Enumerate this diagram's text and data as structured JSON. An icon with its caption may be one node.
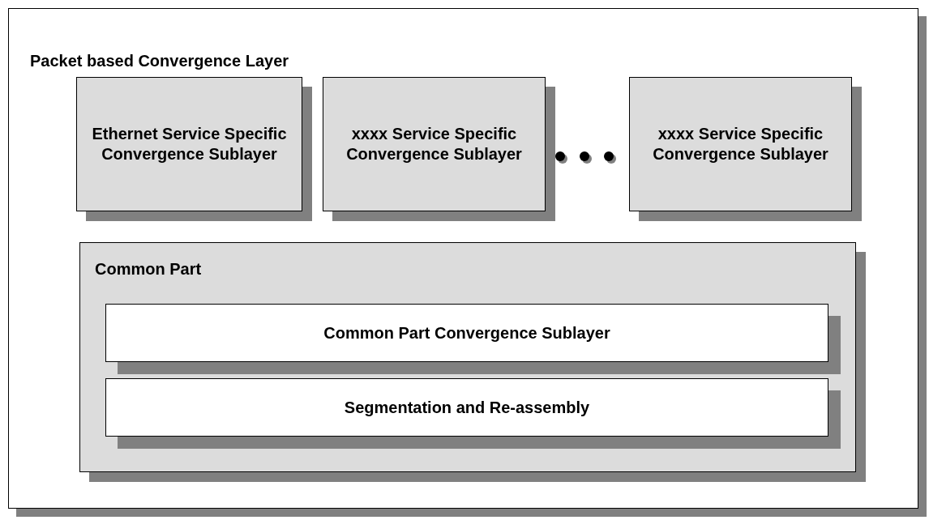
{
  "diagram": {
    "nodes": [
      {
        "text": [
          "Packet based Convergence Layer"
        ]
      },
      {
        "text": [
          "Ethernet Service Specific Convergence Sublayer"
        ],
        "in": 0
      },
      {
        "text": [
          "xxxx Service Specific Convergence Sublayer"
        ],
        "in": 0
      },
      {
        "text": [
          "xxxx Service Specific Convergence Sublayer"
        ],
        "in": 0
      },
      {
        "text": [
          "Common Part"
        ],
        "in": 0
      },
      {
        "text": [
          "Common Part Convergence Sublayer"
        ],
        "in": 4
      },
      {
        "text": [
          "Segmentation and Re-assembly"
        ],
        "in": 4
      }
    ]
  }
}
